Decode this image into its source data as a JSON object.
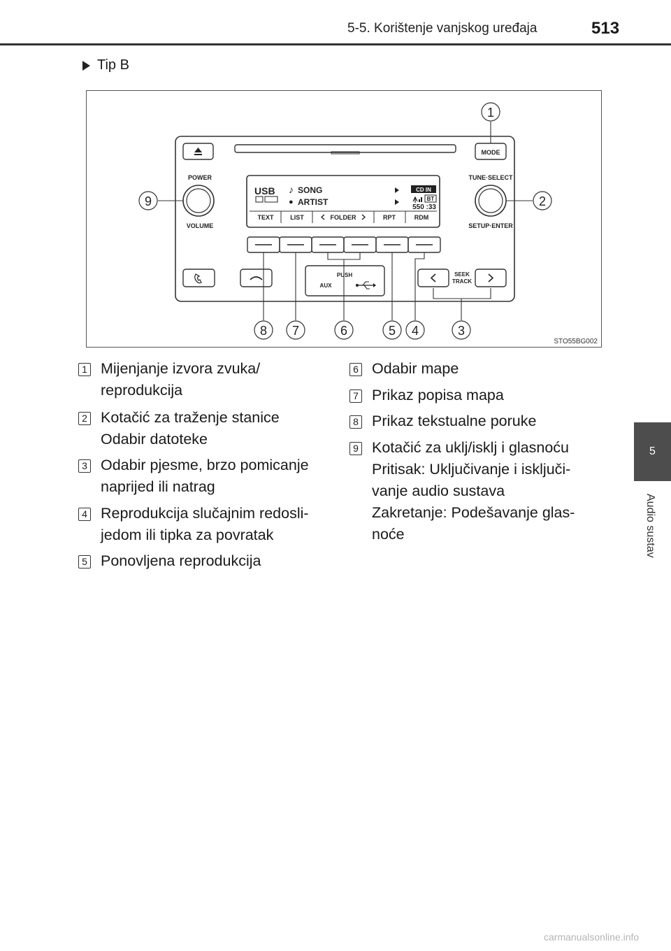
{
  "header": {
    "section": "5-5. Korištenje vanjskog uređaja",
    "page": "513"
  },
  "side_tab": {
    "number": "5",
    "label": "Audio sustav"
  },
  "variant": "Tip B",
  "figure": {
    "code": "STO55BG002",
    "panel": {
      "mode": "MODE",
      "power": "POWER",
      "volume": "VOLUME",
      "tune_select": "TUNE·SELECT",
      "setup_enter": "SETUP·ENTER",
      "push": "PUSH",
      "aux": "AUX",
      "seek": "SEEK",
      "track": "TRACK",
      "display_usb": "USB",
      "display_song": "SONG",
      "display_artist": "ARTIST",
      "display_cd_in": "CD IN",
      "display_bt": "BT",
      "display_time": "550 :33",
      "soft_keys": [
        "TEXT",
        "LIST",
        "FOLDER",
        "RPT",
        "RDM"
      ]
    },
    "callouts": [
      "1",
      "2",
      "3",
      "4",
      "5",
      "6",
      "7",
      "8",
      "9"
    ]
  },
  "items": [
    {
      "num": "1",
      "lines": [
        "Mijenjanje izvora zvuka/",
        "reprodukcija"
      ]
    },
    {
      "num": "2",
      "lines": [
        "Kotačić za traženje stanice",
        "Odabir datoteke"
      ]
    },
    {
      "num": "3",
      "lines": [
        "Odabir pjesme, brzo pomicanje",
        "naprijed ili natrag"
      ]
    },
    {
      "num": "4",
      "lines": [
        "Reprodukcija slučajnim redosli-",
        "jedom ili tipka za povratak"
      ]
    },
    {
      "num": "5",
      "lines": [
        "Ponovljena reprodukcija"
      ]
    },
    {
      "num": "6",
      "lines": [
        "Odabir mape"
      ]
    },
    {
      "num": "7",
      "lines": [
        "Prikaz popisa mapa"
      ]
    },
    {
      "num": "8",
      "lines": [
        "Prikaz tekstualne poruke"
      ]
    },
    {
      "num": "9",
      "lines": [
        "Kotačić za uklj/isklj i glasnoću",
        "Pritisak: Uključivanje i isključi-",
        "vanje audio sustava",
        "Zakretanje: Podešavanje glas-",
        "noće"
      ]
    }
  ],
  "watermark": "carmanualsonline.info"
}
